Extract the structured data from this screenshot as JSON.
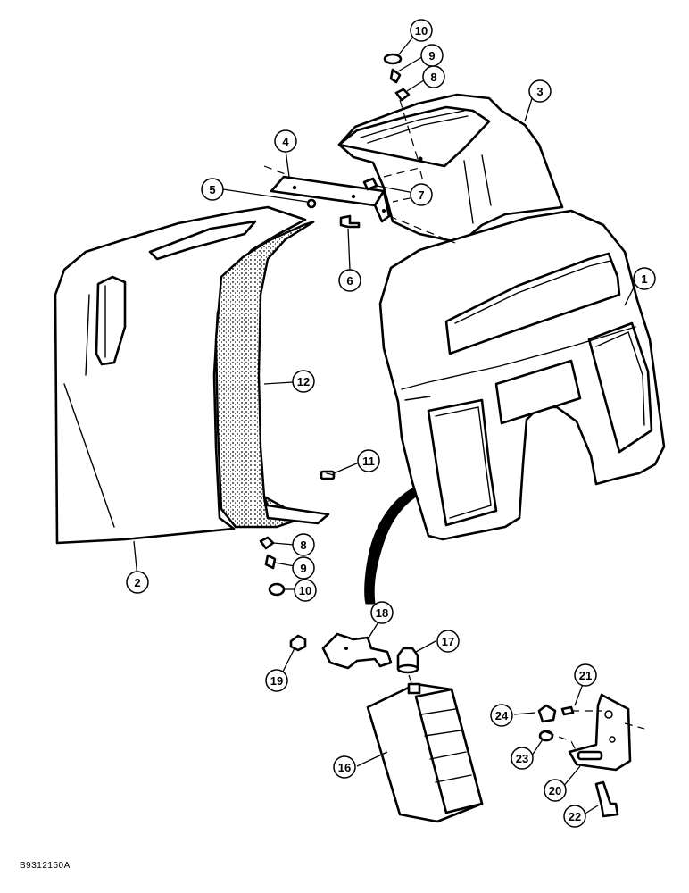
{
  "figure_id": "B9312150A",
  "callouts": [
    {
      "key": "c1",
      "label": "1"
    },
    {
      "key": "c2",
      "label": "2"
    },
    {
      "key": "c3",
      "label": "3"
    },
    {
      "key": "c4",
      "label": "4"
    },
    {
      "key": "c5",
      "label": "5"
    },
    {
      "key": "c6",
      "label": "6"
    },
    {
      "key": "c7",
      "label": "7"
    },
    {
      "key": "c8a",
      "label": "8"
    },
    {
      "key": "c8b",
      "label": "8"
    },
    {
      "key": "c9a",
      "label": "9"
    },
    {
      "key": "c9b",
      "label": "9"
    },
    {
      "key": "c10a",
      "label": "10"
    },
    {
      "key": "c10b",
      "label": "10"
    },
    {
      "key": "c11",
      "label": "11"
    },
    {
      "key": "c12",
      "label": "12"
    },
    {
      "key": "c16",
      "label": "16"
    },
    {
      "key": "c17",
      "label": "17"
    },
    {
      "key": "c18",
      "label": "18"
    },
    {
      "key": "c19",
      "label": "19"
    },
    {
      "key": "c20",
      "label": "20"
    },
    {
      "key": "c21",
      "label": "21"
    },
    {
      "key": "c22",
      "label": "22"
    },
    {
      "key": "c23",
      "label": "23"
    },
    {
      "key": "c24",
      "label": "24"
    }
  ]
}
